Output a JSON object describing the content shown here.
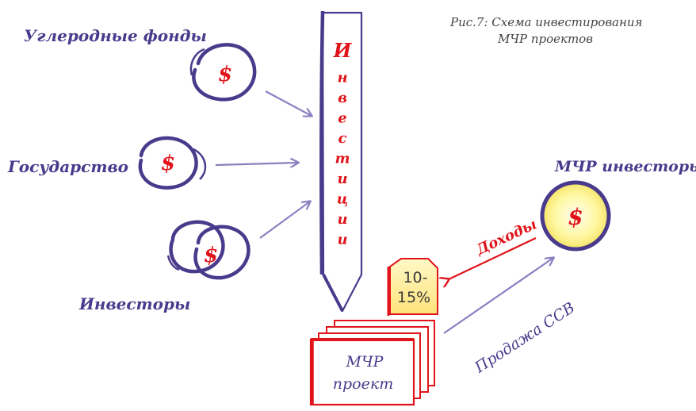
{
  "caption": {
    "line1": "Рис.7:  Схема инвестирования",
    "line2": "МЧР проектов"
  },
  "sources": {
    "carbon_funds": "Углеродные фонды",
    "state": "Государство",
    "investors": "Инвесторы",
    "currency_symbol": "$"
  },
  "investments": {
    "letters": [
      "И",
      "н",
      "в",
      "е",
      "с",
      "т",
      "и",
      "ц",
      "и",
      "и"
    ]
  },
  "returns": {
    "label": "10-\n15%",
    "line1": "10-",
    "line2": "15%"
  },
  "project": {
    "line1": "МЧР",
    "line2": "проект"
  },
  "mcr_investors": {
    "label": "МЧР инвесторы"
  },
  "flows": {
    "income": "Доходы",
    "sale": "Продажа ССВ"
  },
  "colors": {
    "purple": "#4a3a8c",
    "arrow": "#8a80c0",
    "red": "#e0141a",
    "caption": "#444444",
    "coin_fill": "#fff7a0",
    "tag_fill": "#ffef9a"
  }
}
